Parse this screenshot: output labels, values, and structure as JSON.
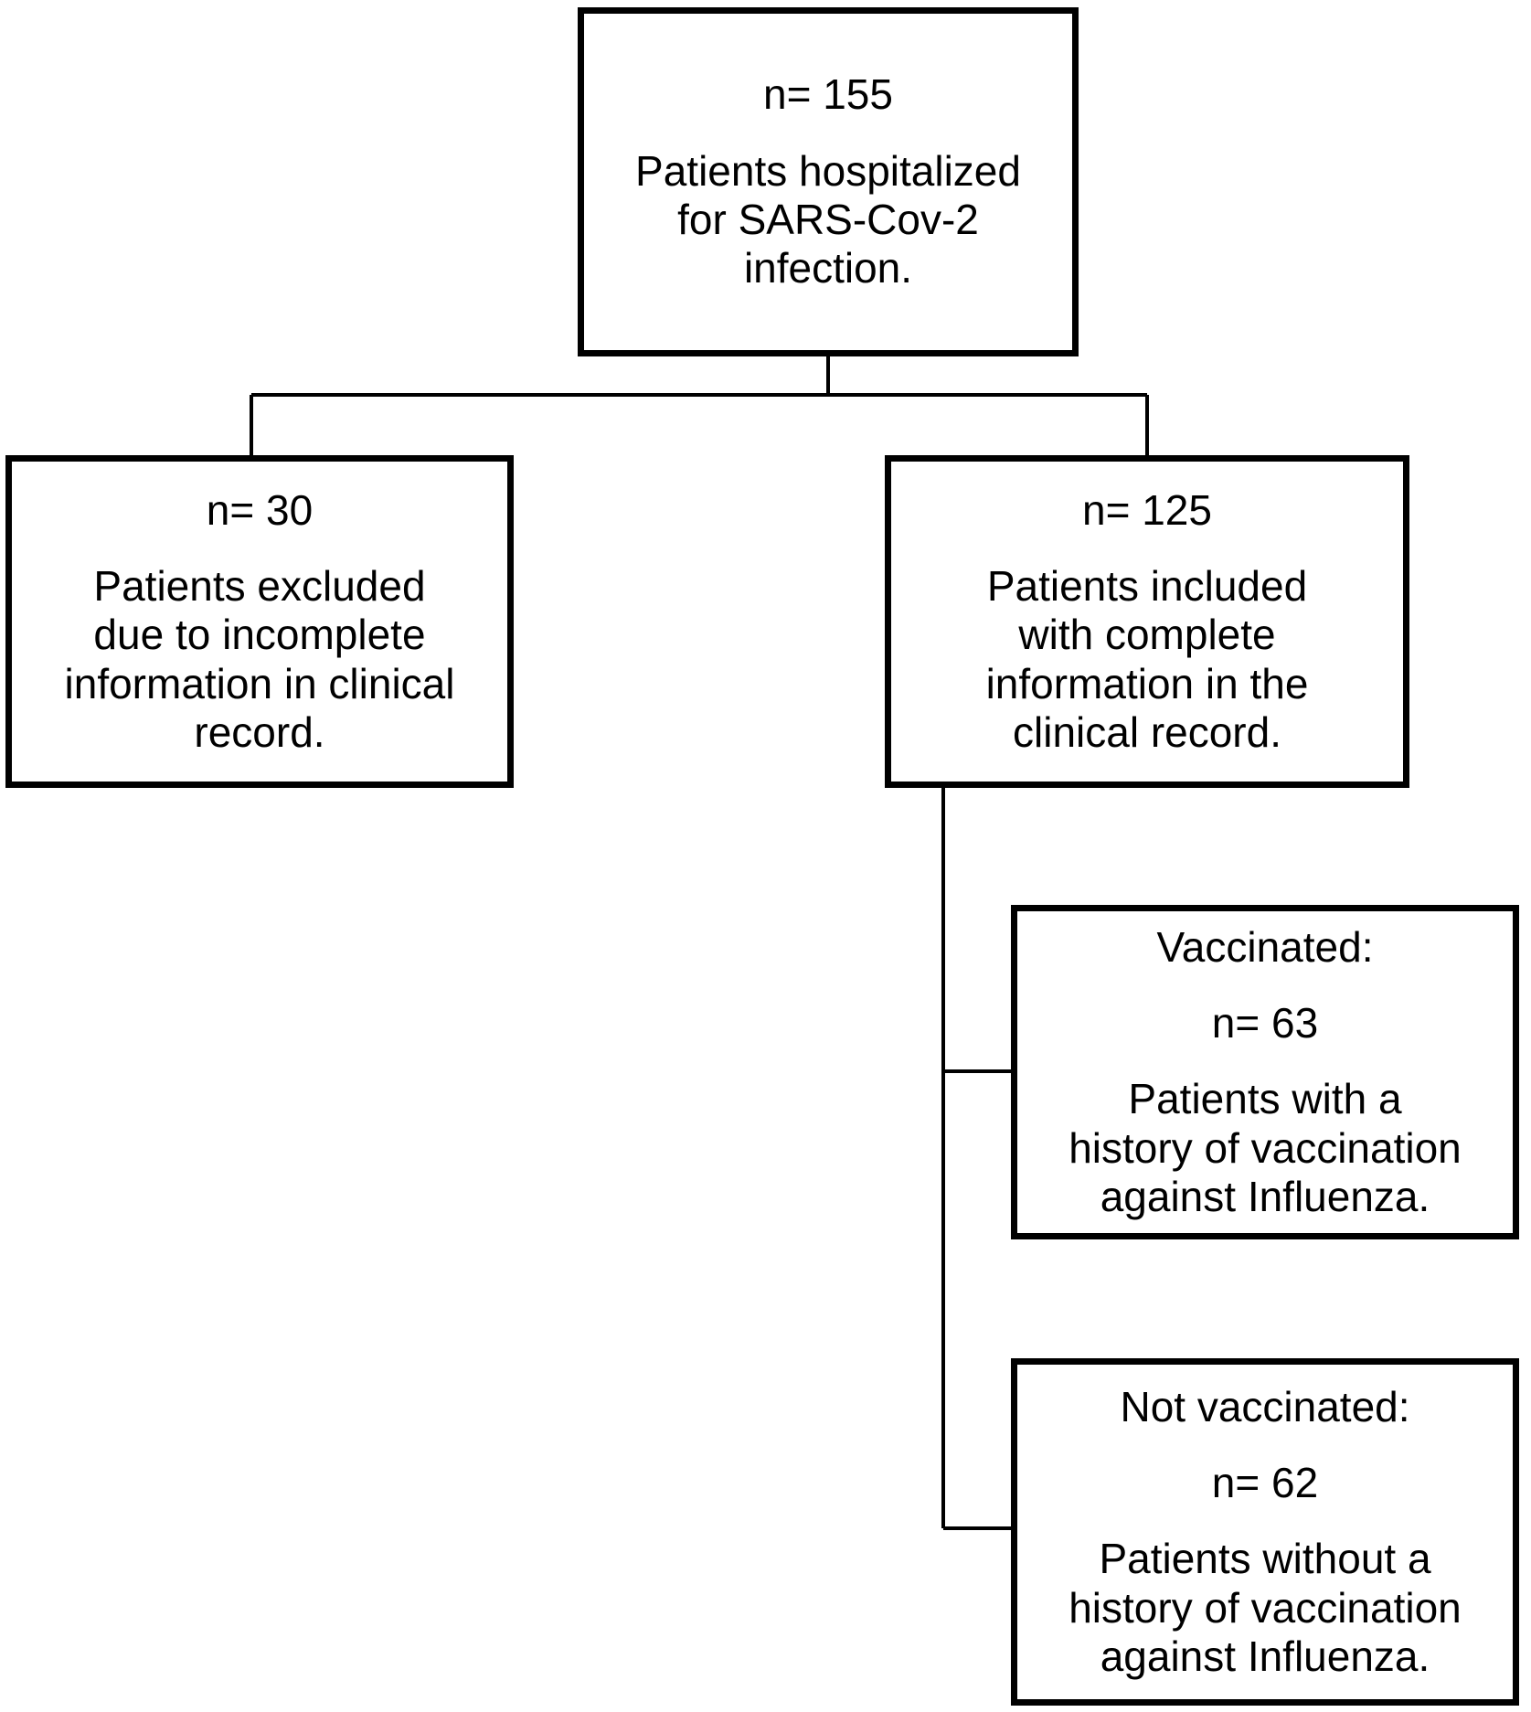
{
  "figure": {
    "kind": "study-flow-diagram",
    "colors": {
      "box_border": "#000000",
      "connector": "#000000",
      "background": "#ffffff",
      "text": "#000000"
    }
  },
  "nodes": {
    "total": {
      "id": "total",
      "count_label": "n= 155",
      "description_lines": [
        "Patients hospitalized",
        "for SARS-Cov-2",
        "infection."
      ],
      "description": "Patients hospitalized for SARS-Cov-2 infection.",
      "n": 155
    },
    "excluded": {
      "id": "excluded",
      "count_label": "n= 30",
      "description_lines": [
        "Patients excluded",
        "due to incomplete",
        "information in clinical",
        "record."
      ],
      "description": "Patients excluded due to incomplete information in clinical record.",
      "n": 30
    },
    "included": {
      "id": "included",
      "count_label": "n= 125",
      "description_lines": [
        "Patients included",
        "with complete",
        "information in the",
        "clinical record."
      ],
      "description": "Patients included with complete information in the clinical record.",
      "n": 125
    },
    "vaccinated": {
      "id": "vaccinated",
      "title": "Vaccinated:",
      "count_label": "n= 63",
      "description_lines": [
        "Patients with a",
        "history of vaccination",
        "against Influenza."
      ],
      "description": "Patients with a history of vaccination against Influenza.",
      "n": 63
    },
    "not_vaccinated": {
      "id": "not_vaccinated",
      "title": "Not vaccinated:",
      "count_label": "n= 62",
      "description_lines": [
        "Patients without a",
        "history of vaccination",
        "against Influenza."
      ],
      "description": "Patients without a history of vaccination against Influenza.",
      "n": 62
    }
  },
  "edges": [
    {
      "from": "total",
      "to": "excluded"
    },
    {
      "from": "total",
      "to": "included"
    },
    {
      "from": "included",
      "to": "vaccinated"
    },
    {
      "from": "included",
      "to": "not_vaccinated"
    }
  ]
}
